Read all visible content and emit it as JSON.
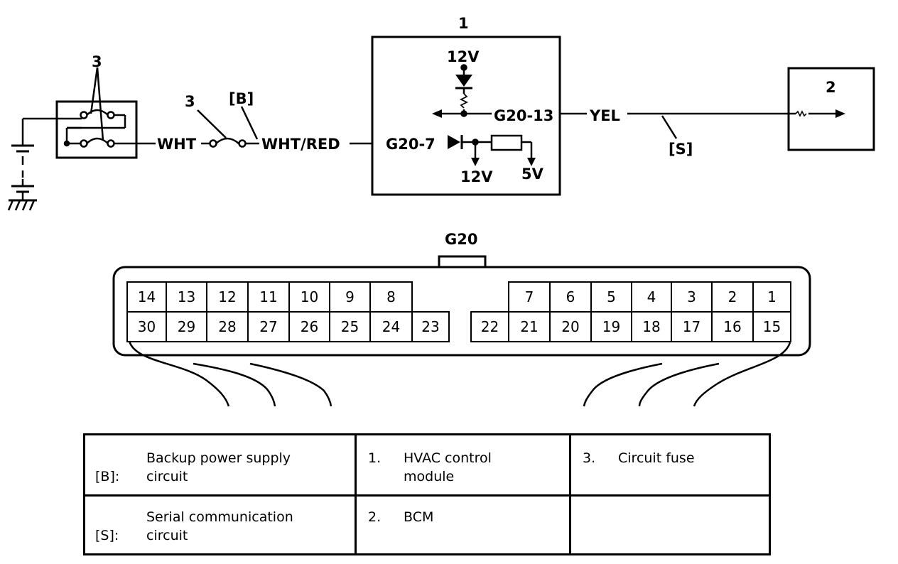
{
  "diagram": {
    "module_1_number": "1",
    "module_2_number": "2",
    "fuse_number_a": "3",
    "fuse_number_b": "3",
    "backup_tag": "[B]",
    "serial_tag": "[S]",
    "wire_wht": "WHT",
    "wire_wht_red": "WHT/RED",
    "wire_yel": "YEL",
    "pin_g20_7": "G20-7",
    "pin_g20_13": "G20-13",
    "volt_12v_top": "12V",
    "volt_12v_bottom": "12V",
    "volt_5v": "5V"
  },
  "connector": {
    "name": "G20",
    "top_row_left": [
      "14",
      "13",
      "12",
      "11",
      "10",
      "9",
      "8"
    ],
    "bottom_row_left": [
      "30",
      "29",
      "28",
      "27",
      "26",
      "25",
      "24",
      "23"
    ],
    "top_row_right": [
      "7",
      "6",
      "5",
      "4",
      "3",
      "2",
      "1"
    ],
    "bottom_row_right": [
      "22",
      "21",
      "20",
      "19",
      "18",
      "17",
      "16",
      "15"
    ]
  },
  "legend": {
    "b_key": "[B]:",
    "b_desc_line1": "Backup power supply",
    "b_desc_line2": "circuit",
    "s_key": "[S]:",
    "s_desc_line1": "Serial communication",
    "s_desc_line2": "circuit",
    "item1_num": "1.",
    "item1_line1": "HVAC control",
    "item1_line2": "module",
    "item2_num": "2.",
    "item2_text": "BCM",
    "item3_num": "3.",
    "item3_text": "Circuit fuse"
  }
}
